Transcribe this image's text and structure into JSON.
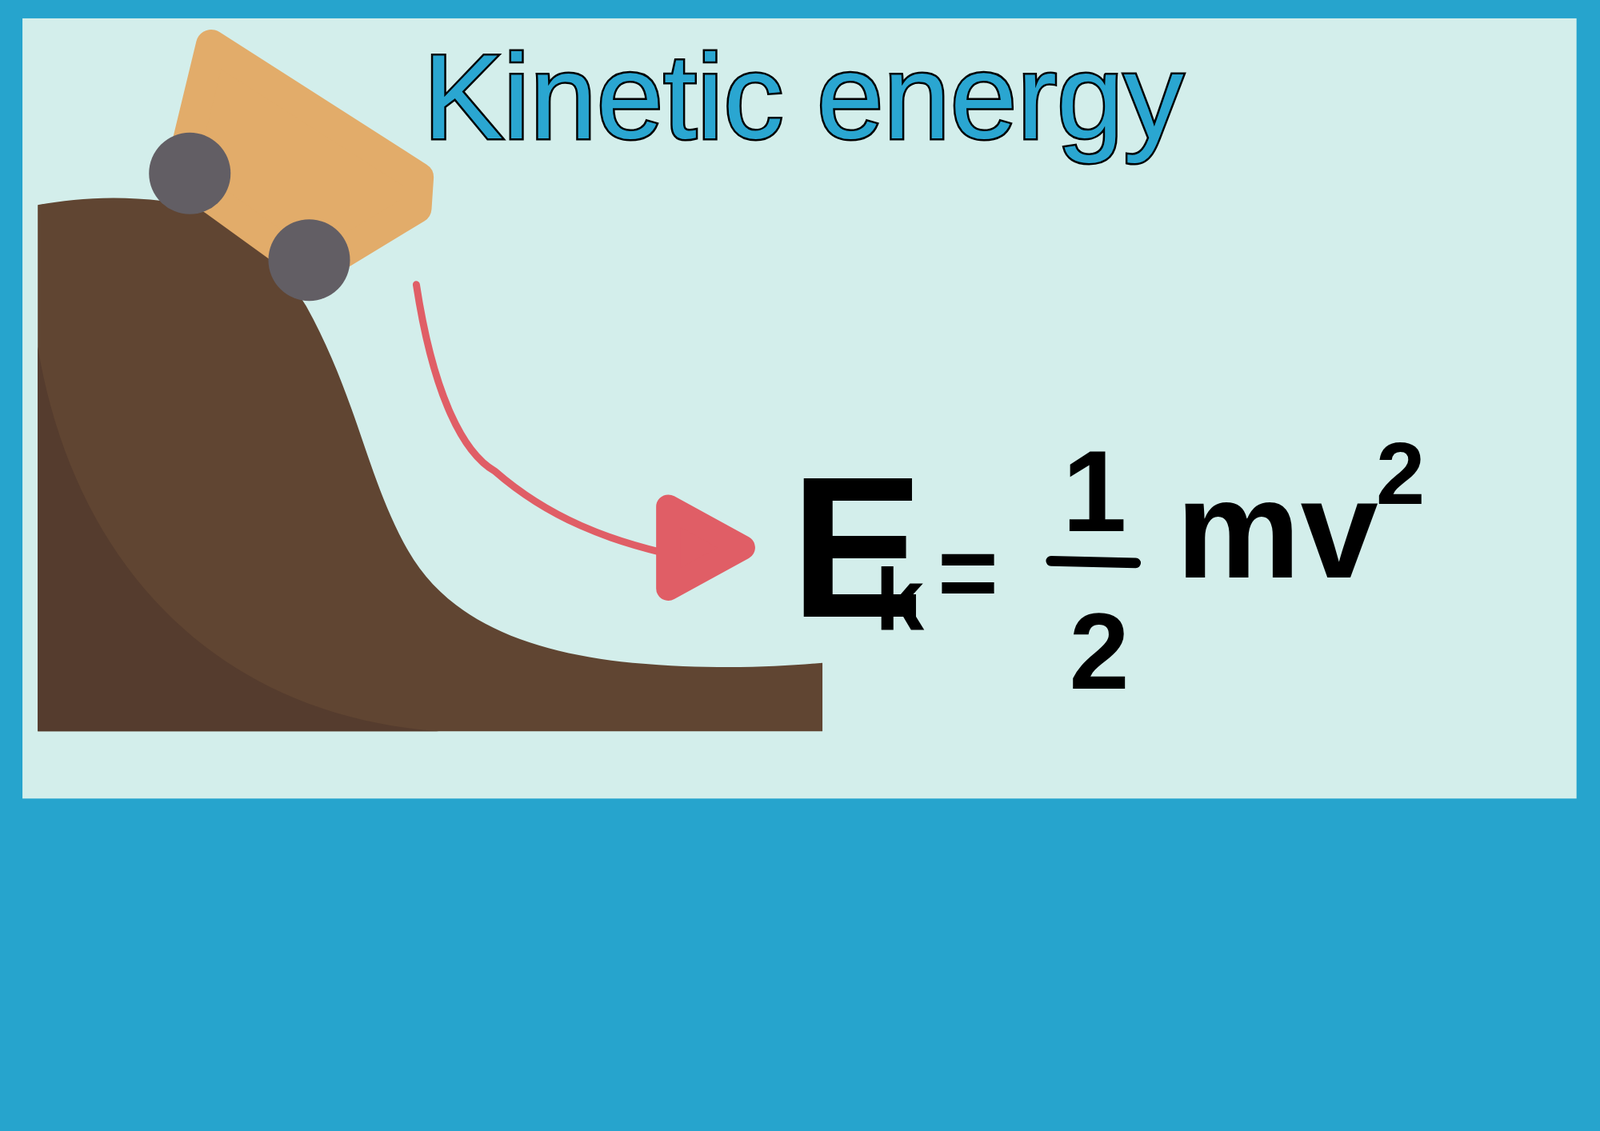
{
  "diagram": {
    "title": "Kinetic energy",
    "labels": [
      "E",
      "k",
      "=",
      "1",
      "2",
      "mv",
      "2"
    ]
  }
}
